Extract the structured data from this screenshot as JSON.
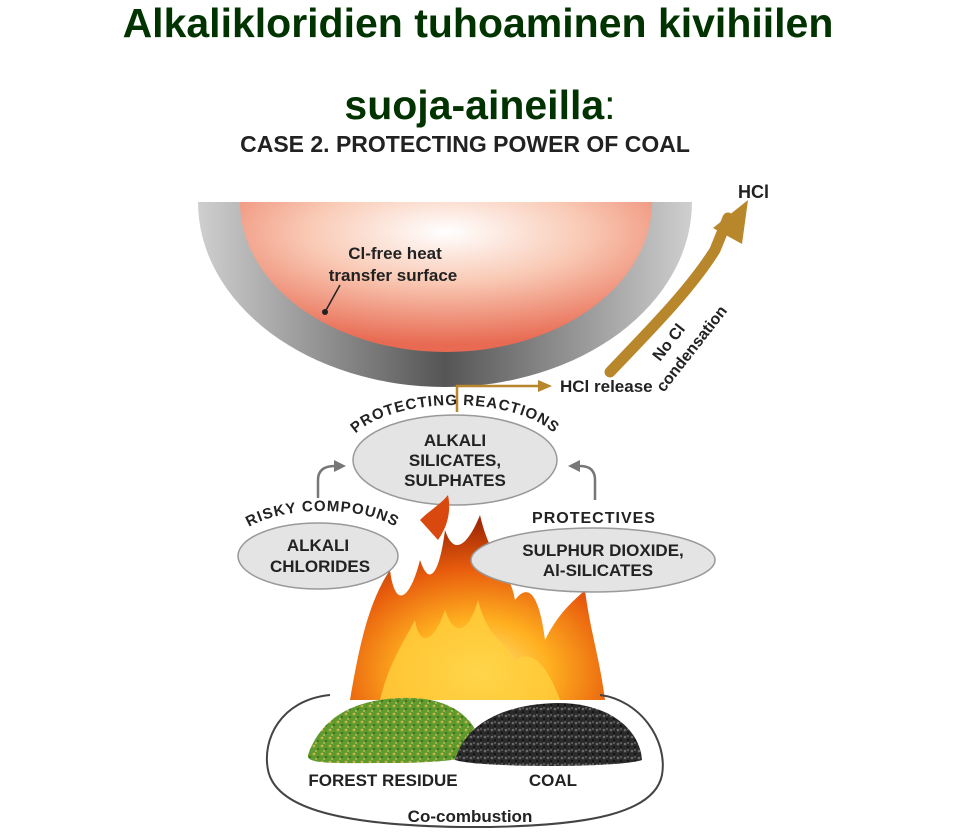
{
  "title": {
    "line1": "Alkalikloridien tuhoaminen kivihiilen",
    "line2": "suoja-aineilla",
    "line2_suffix": ":"
  },
  "diagram": {
    "case_title": "CASE 2. PROTECTING POWER OF COAL",
    "surface_label_1": "Cl-free heat",
    "surface_label_2": "transfer surface",
    "hcl_top": "HCl",
    "no_cl_1": "No Cl",
    "no_cl_2": "condensation",
    "hcl_release": "HCl release",
    "protecting_reactions": "PROTECTING REACTIONS",
    "alkali_silicates_1": "ALKALI",
    "alkali_silicates_2": "SILICATES,",
    "alkali_silicates_3": "SULPHATES",
    "risky_compounds": "RISKY COMPOUNS",
    "alkali_chlorides_1": "ALKALI",
    "alkali_chlorides_2": "CHLORIDES",
    "protectives": "PROTECTIVES",
    "sulphur_1": "SULPHUR DIOXIDE,",
    "sulphur_2": "Al-SILICATES",
    "forest_residue": "FOREST RESIDUE",
    "coal": "COAL",
    "co_combustion": "Co-combustion"
  },
  "colors": {
    "title": "#003300",
    "arrow": "#b8862b",
    "ellipse_fill": "#e4e4e4",
    "pipe": "#666666"
  }
}
